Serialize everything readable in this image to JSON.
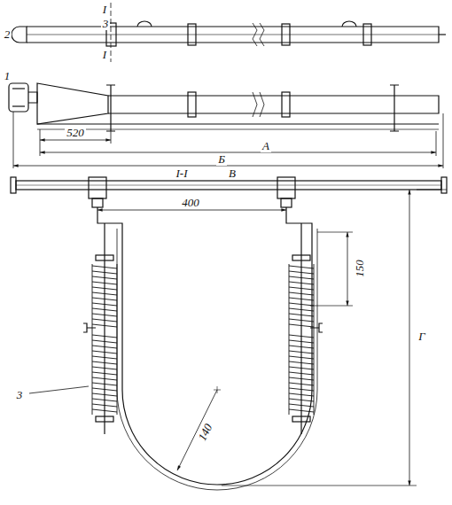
{
  "diagram": {
    "labels": [
      "I",
      "3",
      "I",
      "2",
      "1",
      "520",
      "А",
      "Б",
      "I-I",
      "В",
      "400",
      "150",
      "140",
      "3",
      "Г"
    ]
  }
}
